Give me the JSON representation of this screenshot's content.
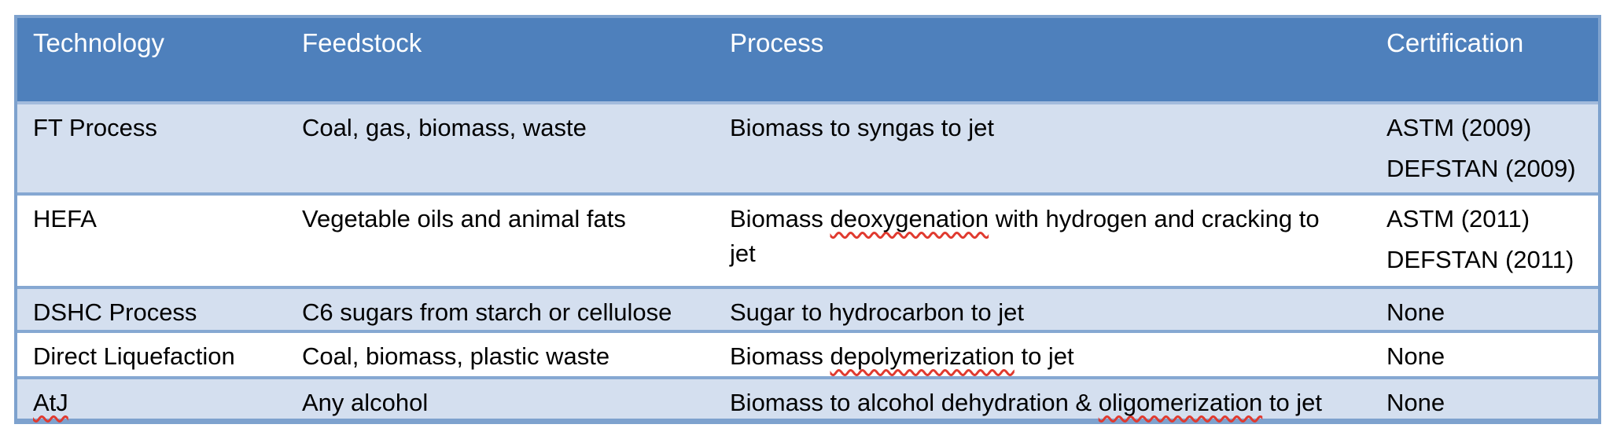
{
  "colors": {
    "header_bg": "#4E80BC",
    "header_text": "#FFFFFF",
    "band_row_bg": "#D4DFEF",
    "white_row_bg": "#FFFFFF",
    "body_text": "#000000",
    "outer_border": "#7EA2CE",
    "row_border": "#86A8D2",
    "header_bottom_border": "#A3BBDC",
    "spellcheck_squiggle": "#E03A2F"
  },
  "table": {
    "headers": [
      "Technology",
      "Feedstock",
      "Process",
      "Certification"
    ],
    "rows": [
      {
        "technology": [
          [
            {
              "text": "FT Process"
            }
          ]
        ],
        "feedstock": [
          [
            {
              "text": "Coal, gas, biomass, waste"
            }
          ]
        ],
        "process": [
          [
            {
              "text": "Biomass to syngas to jet"
            }
          ]
        ],
        "certification": [
          [
            {
              "text": "ASTM (2009)"
            }
          ],
          [
            {
              "text": "DEFSTAN (2009)"
            }
          ]
        ]
      },
      {
        "technology": [
          [
            {
              "text": "HEFA"
            }
          ]
        ],
        "feedstock": [
          [
            {
              "text": "Vegetable oils and animal fats"
            }
          ]
        ],
        "process": [
          [
            {
              "text": "Biomass "
            },
            {
              "text": "deoxygenation",
              "misspelled": true
            },
            {
              "text": " with hydrogen and cracking to"
            }
          ],
          [
            {
              "text": "jet"
            }
          ]
        ],
        "certification": [
          [
            {
              "text": "ASTM (2011)"
            }
          ],
          [
            {
              "text": "DEFSTAN (2011)"
            }
          ]
        ]
      },
      {
        "technology": [
          [
            {
              "text": "DSHC Process"
            }
          ]
        ],
        "feedstock": [
          [
            {
              "text": "C6 sugars from starch or cellulose"
            }
          ]
        ],
        "process": [
          [
            {
              "text": "Sugar to hydrocarbon to jet"
            }
          ]
        ],
        "certification": [
          [
            {
              "text": "None"
            }
          ]
        ]
      },
      {
        "technology": [
          [
            {
              "text": "Direct Liquefaction"
            }
          ]
        ],
        "feedstock": [
          [
            {
              "text": "Coal, biomass, plastic waste"
            }
          ]
        ],
        "process": [
          [
            {
              "text": "Biomass "
            },
            {
              "text": "depolymerization",
              "misspelled": true
            },
            {
              "text": " to jet"
            }
          ]
        ],
        "certification": [
          [
            {
              "text": "None"
            }
          ]
        ]
      },
      {
        "technology": [
          [
            {
              "text": "AtJ",
              "misspelled": true
            }
          ]
        ],
        "feedstock": [
          [
            {
              "text": "Any alcohol"
            }
          ]
        ],
        "process": [
          [
            {
              "text": "Biomass to alcohol dehydration & "
            },
            {
              "text": "oligomerization",
              "misspelled": true
            },
            {
              "text": " to jet"
            }
          ]
        ],
        "certification": [
          [
            {
              "text": "None"
            }
          ]
        ]
      }
    ]
  }
}
